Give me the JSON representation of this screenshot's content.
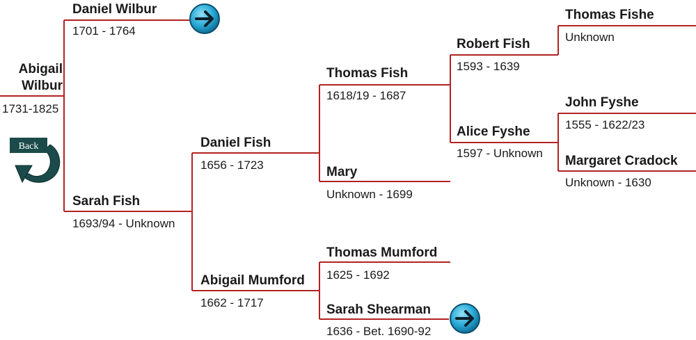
{
  "root": {
    "name_line1": "Abigail",
    "name_line2": "Wilbur",
    "dates": "1731-1825"
  },
  "back_label": "Back",
  "people": {
    "daniel_wilbur": {
      "name": "Daniel Wilbur",
      "dates": "1701 - 1764"
    },
    "sarah_fish": {
      "name": "Sarah Fish",
      "dates": "1693/94 - Unknown"
    },
    "daniel_fish": {
      "name": "Daniel Fish",
      "dates": "1656 - 1723"
    },
    "abigail_mumford": {
      "name": "Abigail Mumford",
      "dates": "1662 - 1717"
    },
    "thomas_fish": {
      "name": "Thomas Fish",
      "dates": "1618/19 - 1687"
    },
    "mary": {
      "name": "Mary",
      "dates": "Unknown - 1699"
    },
    "thomas_mumford": {
      "name": "Thomas Mumford",
      "dates": "1625 - 1692"
    },
    "sarah_shearman": {
      "name": "Sarah Shearman",
      "dates": "1636 - Bet. 1690-92"
    },
    "robert_fish": {
      "name": "Robert Fish",
      "dates": "1593 - 1639"
    },
    "alice_fyshe": {
      "name": "Alice Fyshe",
      "dates": "1597 - Unknown"
    },
    "thomas_fishe": {
      "name": "Thomas Fishe",
      "dates": "Unknown"
    },
    "john_fyshe": {
      "name": "John Fyshe",
      "dates": "1555 - 1622/23"
    },
    "margaret_cradock": {
      "name": "Margaret Cradock",
      "dates": "Unknown - 1630"
    }
  },
  "colors": {
    "line": "#b22222",
    "arrow_button": "#29a9d6",
    "back_arrow": "#1b4a4a"
  },
  "icons": {
    "forward": "arrow-right-icon",
    "back": "back-arrow-icon"
  }
}
